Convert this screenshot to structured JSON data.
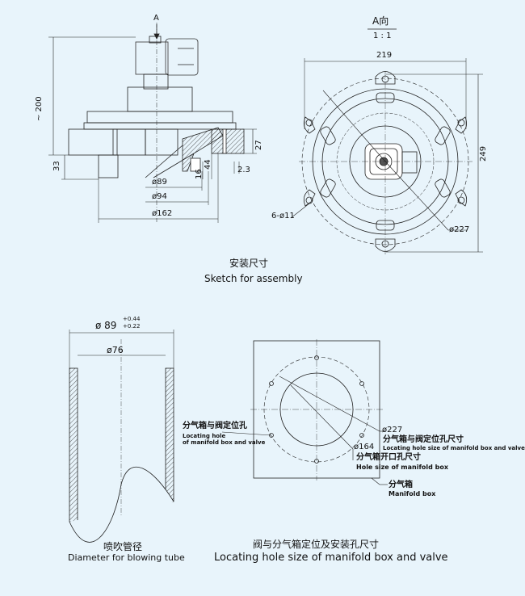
{
  "assembly": {
    "view_label": "A",
    "view_a_title": "A向",
    "view_a_scale": "1 : 1",
    "dim_height": "~ 200",
    "dim_33": "33",
    "dim_27": "27",
    "dim_16": "16",
    "dim_44": "44",
    "dim_2_3": "2.3",
    "dim_d89": "ø89",
    "dim_d94": "ø94",
    "dim_d162": "ø162",
    "dim_219": "219",
    "dim_249": "249",
    "dim_holes": "6-ø11",
    "dim_d227": "ø227",
    "caption_cn": "安装尺寸",
    "caption_en": "Sketch for assembly"
  },
  "tube": {
    "dim_outer": "ø 89",
    "tol_upper": "+0.44",
    "tol_lower": "+0.22",
    "dim_inner": "ø76",
    "caption_cn": "喷吹管径",
    "caption_en": "Diameter for blowing tube"
  },
  "manifold": {
    "loc_hole_cn": "分气箱与阀定位孔",
    "loc_hole_en1": "Locating hole",
    "loc_hole_en2": "of manifold box and valve",
    "dim_d227": "ø227",
    "loc_hole2_cn": "分气箱与阀定位孔尺寸",
    "loc_hole2_en": "Locating hole size of manifold box and valve",
    "dim_d164": "ø164",
    "open_hole_cn": "分气箱开口孔尺寸",
    "open_hole_en": "Hole size of manifold box",
    "box_cn": "分气箱",
    "box_en": "Manifold box",
    "caption_cn": "阀与分气箱定位及安装孔尺寸",
    "caption_en": "Locating hole size of manifold box and valve"
  }
}
